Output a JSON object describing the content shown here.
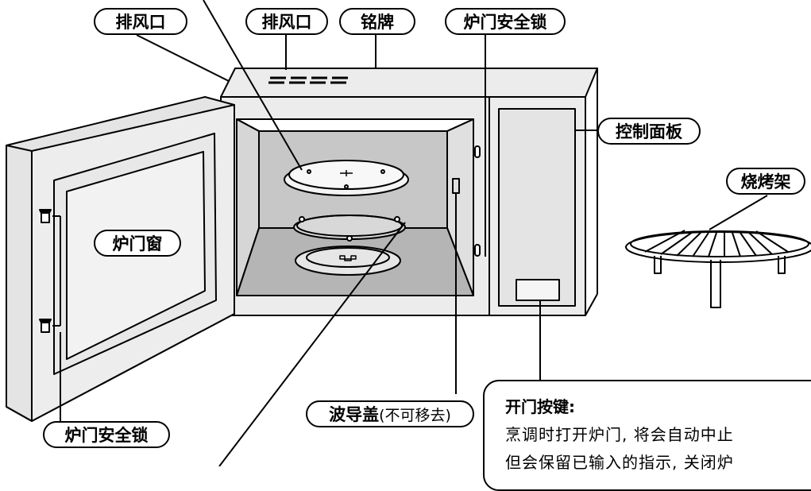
{
  "labels": {
    "exhaust_left": "排风口",
    "exhaust_top": "排风口",
    "nameplate": "铭牌",
    "interlock_top": "炉门安全锁",
    "control_panel": "控制面板",
    "grill_rack": "烧烤架",
    "door_window": "炉门窗",
    "interlock_bottom": "炉门安全锁",
    "waveguide_cover": "波导盖",
    "waveguide_cover_note": "(不可移去)"
  },
  "door_button_note": {
    "title": "开门按键:",
    "line1": "烹调时打开炉门, 将会自动中止",
    "line2": "但会保留已输入的指示, 关闭炉"
  }
}
